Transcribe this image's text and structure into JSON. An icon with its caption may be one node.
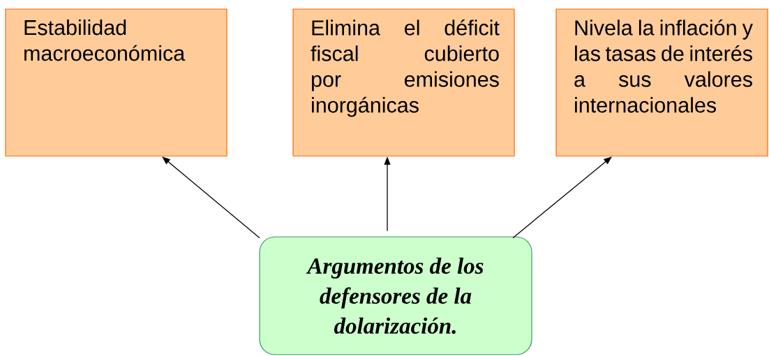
{
  "diagram": {
    "nodes": [
      {
        "text": [
          "Estabilidad macroeconómica"
        ]
      },
      {
        "text": [
          "Elimina el déficit fiscal cubierto por emisiones inorgánicas"
        ]
      },
      {
        "text": [
          "Nivela la inflación y las tasas de interés a sus valores internacionales"
        ]
      },
      {
        "text": [
          "Argumentos de los defensores de la dolarización."
        ]
      }
    ],
    "edges": [
      {
        "from": 3,
        "to": 0,
        "arrow": "to"
      },
      {
        "from": 3,
        "to": 1,
        "arrow": "to"
      },
      {
        "from": 3,
        "to": 2,
        "arrow": "to"
      }
    ]
  }
}
